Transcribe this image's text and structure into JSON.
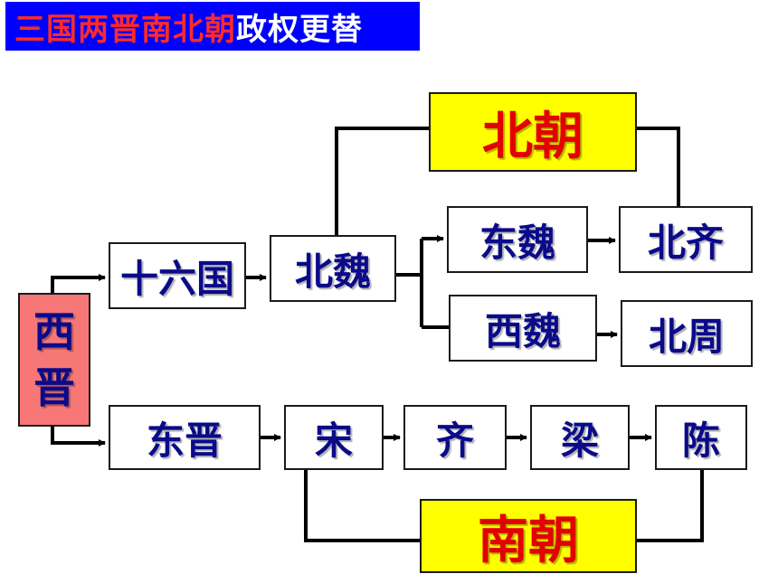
{
  "title": {
    "part1": "三国两晋南北朝",
    "part2": "政权更替"
  },
  "colors": {
    "title_background": "#0000ff",
    "title_highlight": "#ff2a2a",
    "title_text": "#ffffff",
    "dynasty_box_fill": "#ffff00",
    "dynasty_box_text": "#e30000",
    "origin_box_fill": "#f77777",
    "node_text": "#0a0a8a"
  },
  "nodes": {
    "xijin": {
      "line1": "西",
      "line2": "晋"
    },
    "shiliuguo": "十六国",
    "dongjin": "东晋",
    "beiwei": "北魏",
    "dongwei": "东魏",
    "xiwei": "西魏",
    "beiqi": "北齐",
    "beizhou": "北周",
    "song": "宋",
    "qi": "齐",
    "liang": "梁",
    "chen": "陈",
    "beichao": "北朝",
    "nanchao": "南朝"
  }
}
